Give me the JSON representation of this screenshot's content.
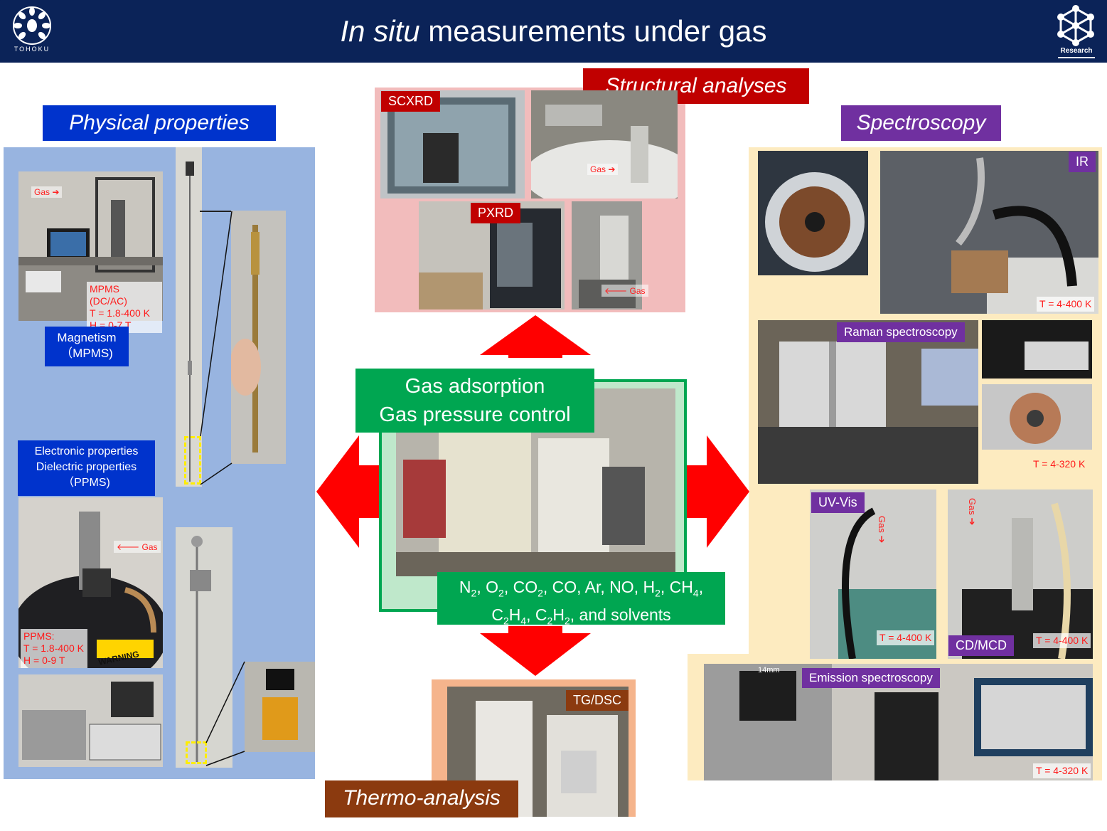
{
  "header": {
    "title_italic": "In situ",
    "title_rest": " measurements under gas",
    "left_logo_text": "TOHOKU",
    "right_logo_text": "Research",
    "bg_color": "#0b2358"
  },
  "center": {
    "title_line1": "Gas adsorption",
    "title_line2": "Gas pressure control",
    "gases_line1": "N₂, O₂, CO₂, CO, Ar, NO, H₂, CH₄,",
    "gases_line2": "C₂H₄, C₂H₂, and solvents"
  },
  "physical": {
    "title": "Physical properties",
    "magnetism_label_line1": "Magnetism",
    "magnetism_label_line2": "（MPMS)",
    "mpms_line1": "MPMS (DC/AC)",
    "mpms_line2": "T = 1.8-400 K",
    "mpms_line3": "H = 0-7 T",
    "electronic_label_line1": "Electronic properties",
    "electronic_label_line2": "Dielectric properties",
    "electronic_label_line3": "（PPMS)",
    "ppms_line1": "PPMS:",
    "ppms_line2": "T = 1.8-400 K",
    "ppms_line3": "H = 0-9 T",
    "gas_tag_1": "Gas ➔",
    "gas_tag_2": "🡐 Gas",
    "warning_text": "WARNING"
  },
  "structural": {
    "title": "Structural analyses",
    "scxrd_label": "SCXRD",
    "pxrd_label": "PXRD",
    "gas_tag_1": "Gas ➔",
    "gas_tag_2": "🡐 Gas"
  },
  "spectroscopy": {
    "title": "Spectroscopy",
    "ir_label": "IR",
    "ir_temp": "T = 4-400 K",
    "raman_label": "Raman spectroscopy",
    "raman_temp": "T = 4-320 K",
    "uvvis_label": "UV-Vis",
    "uvvis_temp": "T = 4-400 K",
    "uvvis_gas": "Gas ➔",
    "cd_label": "CD/MCD",
    "cd_temp": "T = 4-400 K",
    "cd_gas": "Gas ➔",
    "emission_label": "Emission spectroscopy",
    "emission_temp": "T = 4-320 K",
    "emission_tag": "14mm"
  },
  "thermo": {
    "title": "Thermo-analysis",
    "tgdsc_label": "TG/DSC"
  },
  "colors": {
    "arrow_red": "#ff0000",
    "green": "#00a651",
    "physical_bg": "#98b4e0",
    "structural_bg": "#f2bcbc",
    "spectroscopy_bg": "#fdebc0",
    "thermo_bg": "#f5b48c",
    "thermo_title_bg": "#8b3a0f",
    "label_red": "#c00000",
    "label_purple": "#7030a0",
    "label_blue": "#0033cc"
  }
}
